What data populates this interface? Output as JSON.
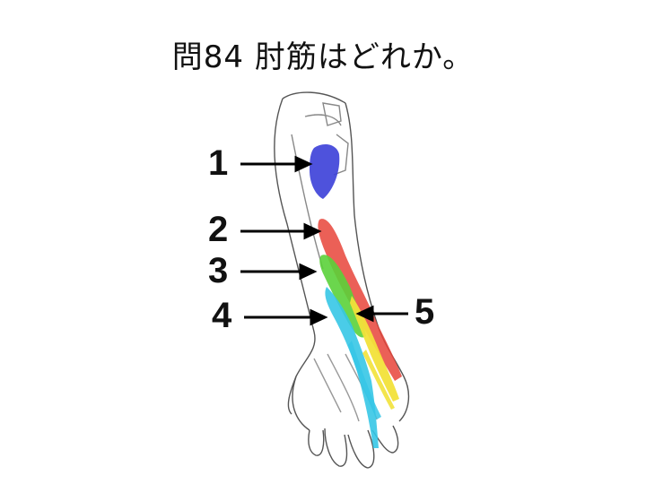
{
  "slide": {
    "title": "問84 肘筋はどれか。"
  },
  "figure": {
    "callouts": [
      {
        "label": "1",
        "color": "#3b3fd8"
      },
      {
        "label": "2",
        "color": "#e8443a"
      },
      {
        "label": "3",
        "color": "#5bd23a"
      },
      {
        "label": "4",
        "color": "#36c6e6"
      },
      {
        "label": "5",
        "color": "#f2e23a"
      }
    ]
  }
}
